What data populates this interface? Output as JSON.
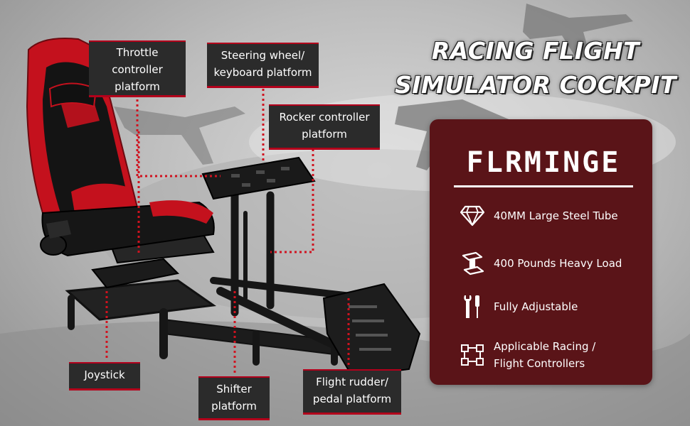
{
  "headline": {
    "line1": "RACING FLIGHT",
    "line2": "SIMULATOR COCKPIT"
  },
  "panel": {
    "brand": "FLRMINGE",
    "features": [
      {
        "icon": "diamond-icon",
        "lines": [
          "40MM Large Steel Tube"
        ]
      },
      {
        "icon": "steel-beam-icon",
        "lines": [
          "400 Pounds Heavy Load"
        ]
      },
      {
        "icon": "wrench-screwdriver-icon",
        "lines": [
          "Fully Adjustable"
        ]
      },
      {
        "icon": "flowchart-icon",
        "lines": [
          "Applicable Racing /",
          "Flight Controllers"
        ]
      }
    ]
  },
  "callouts": {
    "throttle": [
      "Throttle",
      "controller",
      "platform"
    ],
    "steering": [
      "Steering wheel/",
      "keyboard platform"
    ],
    "rocker": [
      "Rocker controller",
      "platform"
    ],
    "joystick": [
      "Joystick"
    ],
    "shifter": [
      "Shifter",
      "platform"
    ],
    "rudder": [
      "Flight rudder/",
      "pedal platform"
    ]
  },
  "colors": {
    "accent_red": "#b3001b",
    "panel_bg": "#5a1418",
    "callout_bg": "#2b2b2b"
  }
}
